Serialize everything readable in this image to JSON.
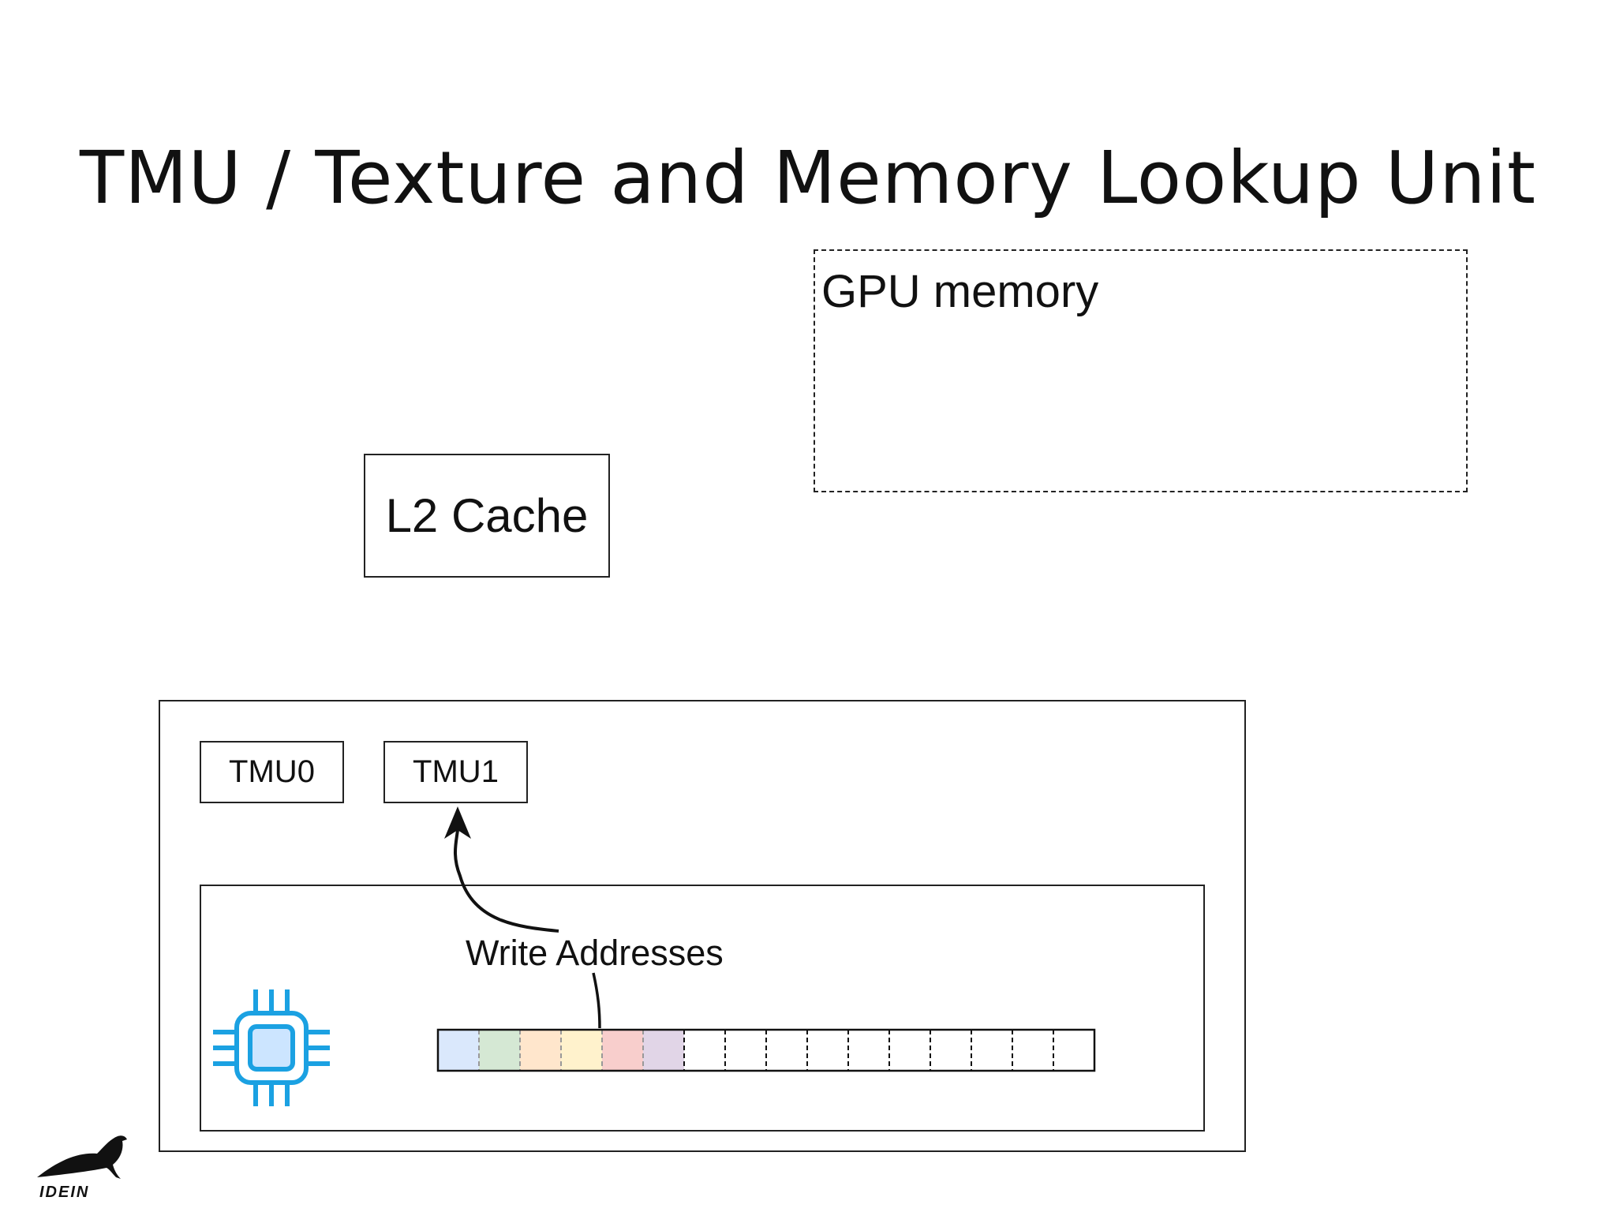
{
  "slide": {
    "title": "TMU / Texture and Memory Lookup Unit"
  },
  "diagram": {
    "gpu_memory_label": "GPU memory",
    "l2_cache_label": "L2 Cache",
    "tmu0_label": "TMU0",
    "tmu1_label": "TMU1",
    "arrow_label": "Write Addresses",
    "fifo": {
      "slot_count": 16,
      "filled_slot_colors": [
        "#dae8fc",
        "#d5e8d4",
        "#ffe6cc",
        "#fff2cc",
        "#f8cecc",
        "#e1d5e7"
      ],
      "empty_slot_color": "#ffffff"
    },
    "icons": {
      "processor": "cpu-chip-icon",
      "logo": "raven-logo-icon"
    },
    "chip_color": "#1ba1e2",
    "chip_fill": "#cce5ff"
  },
  "logo": {
    "text": "IDEIN"
  }
}
